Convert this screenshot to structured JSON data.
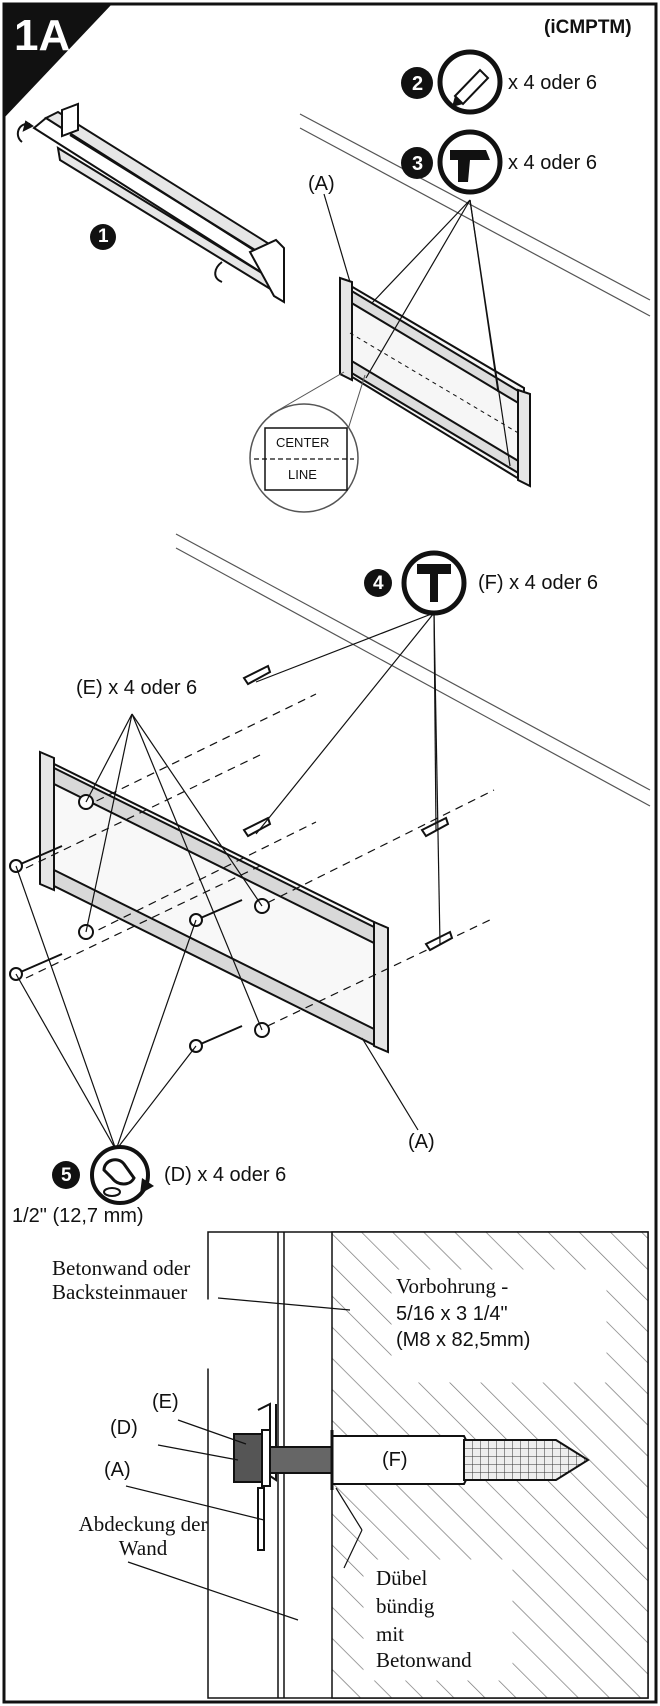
{
  "header": {
    "step": "1A",
    "model": "(iCMPTM)"
  },
  "icons": {
    "pencil": {
      "number": "2",
      "qty": "x 4 oder 6",
      "icon": "pencil-icon"
    },
    "drill": {
      "number": "3",
      "qty": "x 4 oder 6",
      "icon": "drill-icon"
    },
    "hammer": {
      "number": "4",
      "qty": "(F) x 4 oder 6",
      "icon": "hammer-icon"
    },
    "wrench": {
      "number": "5",
      "qty": "(D) x 4 oder 6",
      "icon": "wrench-icon",
      "size": "1/2\" (12,7 mm)"
    }
  },
  "steps": {
    "one": "1"
  },
  "labels": {
    "a_top": "(A)",
    "a_mid": "(A)",
    "e_qty": "(E) x 4 oder 6",
    "center": "CENTER",
    "line": "LINE"
  },
  "section": {
    "wall": "Betonwand oder Backsteinmauer",
    "predrill_title": "Vorbohrung -",
    "predrill_size1": "5/16 x 3 1/4\"",
    "predrill_size2": "(M8 x 82,5mm)",
    "e": "(E)",
    "d": "(D)",
    "a": "(A)",
    "f": "(F)",
    "cover": "Abdeckung der Wand",
    "anchor_1": "Dübel",
    "anchor_2": "bündig",
    "anchor_3": "mit",
    "anchor_4": "Betonwand"
  },
  "colors": {
    "ink": "#111111",
    "paper": "#ffffff",
    "hatch": "#777777",
    "shade": "#d8d8d8"
  }
}
